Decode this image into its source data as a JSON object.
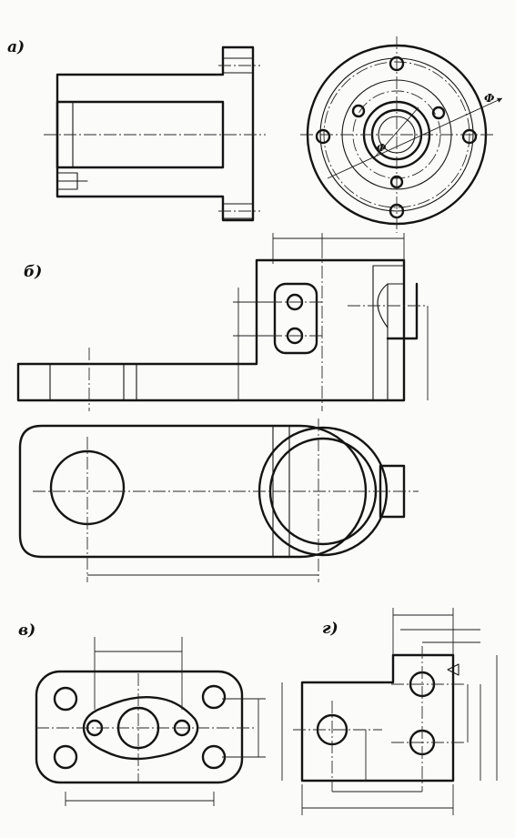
{
  "figure_labels": {
    "a": "а)",
    "b": "б)",
    "v": "в)",
    "g": "г)"
  },
  "annotations": {
    "diameter_symbol_1": "Ф",
    "diameter_symbol_2": "Ф"
  },
  "colors": {
    "ink": "#141414",
    "paper": "#fbfbf9"
  }
}
